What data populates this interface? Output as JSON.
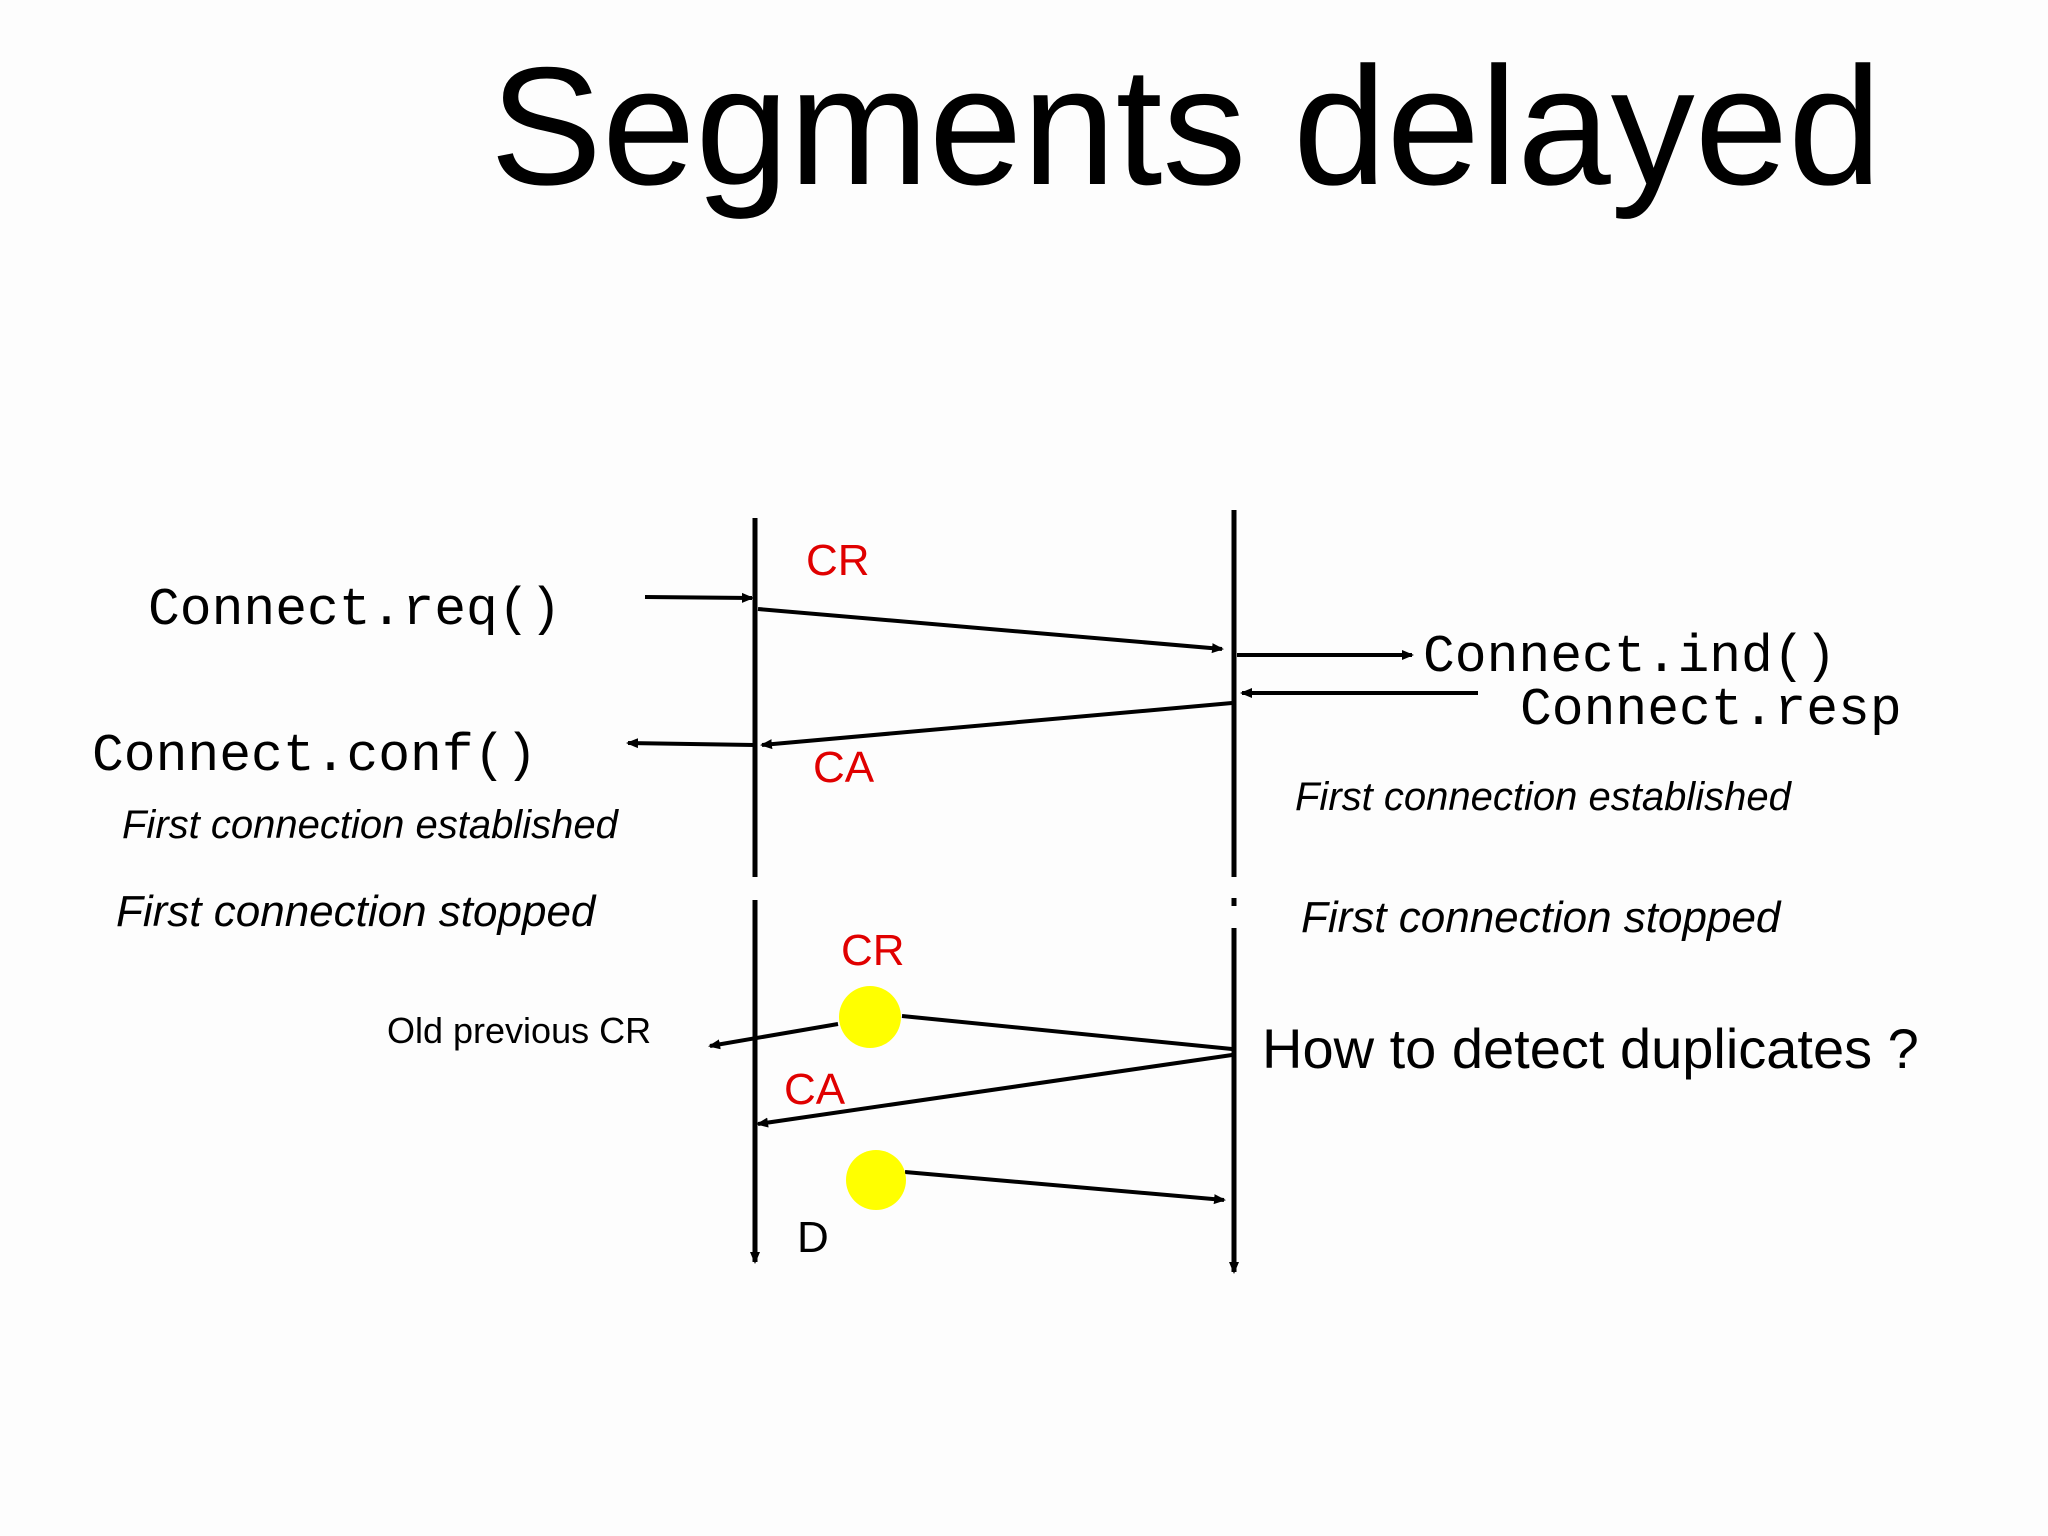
{
  "title": "Segments delayed",
  "labels": {
    "connect_req": "Connect.req()",
    "connect_ind": "Connect.ind()",
    "connect_resp": "Connect.resp",
    "connect_conf": "Connect.conf()",
    "first_established_left": "First connection established",
    "first_established_right": "First connection established",
    "first_stopped_left": "First connection stopped",
    "first_stopped_right": "First connection stopped",
    "old_previous_cr": "Old previous CR",
    "how_to_detect": "How to detect duplicates ?",
    "d_label": "D"
  },
  "segments": {
    "cr1": "CR",
    "ca1": "CA",
    "cr2": "CR",
    "ca2": "CA"
  },
  "colors": {
    "segment_label": "#e00000",
    "marker": "#ffff00",
    "line": "#000000"
  }
}
